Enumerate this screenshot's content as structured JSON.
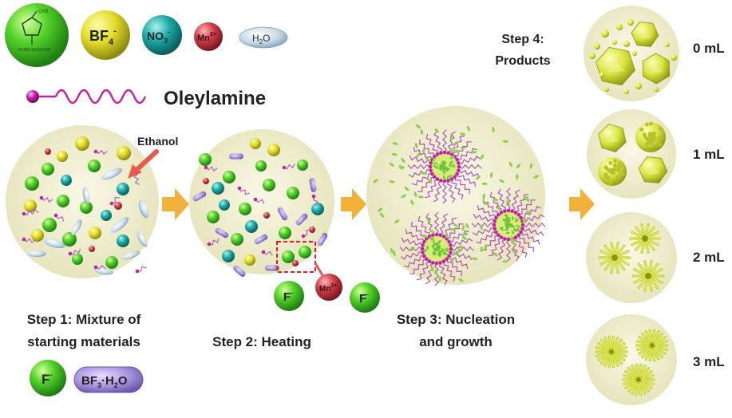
{
  "legend": {
    "imidazolium_cation": {
      "line1": "CH3",
      "line2": "CH2(CH2)2CH3"
    },
    "bf4": {
      "text": "BF",
      "sub": "4",
      "sup": "-"
    },
    "no3": {
      "text": "NO",
      "sub": "3",
      "sup": "-"
    },
    "mn": {
      "text": "Mn",
      "sup": "2+"
    },
    "h2o": {
      "text": "H",
      "sub": "2",
      "tail": "O"
    },
    "oleylamine": "Oleylamine"
  },
  "ethanol_label": "Ethanol",
  "steps": {
    "step1": {
      "line1": "Step 1: Mixture of",
      "line2": "starting materials"
    },
    "step2": {
      "line1": "Step 2: Heating"
    },
    "step3": {
      "line1": "Step 3: Nucleation",
      "line2": "and growth"
    },
    "step4": {
      "line1": "Step 4:",
      "line2": "Products"
    }
  },
  "released_ions": {
    "f_left": {
      "text": "F",
      "sup": "-"
    },
    "mn": {
      "text": "Mn",
      "sup": "2+"
    },
    "f_right": {
      "text": "F",
      "sup": "-"
    }
  },
  "bottom_legend": {
    "f": {
      "text": "F",
      "sup": "-"
    },
    "bf3": {
      "text": "BF",
      "sub": "3",
      "tail": "·H",
      "sub2": "2",
      "tail2": "O"
    }
  },
  "products": [
    {
      "volume": "0 mL"
    },
    {
      "volume": "1 mL"
    },
    {
      "volume": "2 mL"
    },
    {
      "volume": "3 mL"
    }
  ],
  "colors": {
    "circle_fill": "#f0efcf",
    "green_sphere": "#3fbf1f",
    "yellow_sphere": "#d9d224",
    "teal_sphere": "#14928f",
    "red_sphere": "#c23a42",
    "water": "#c9dbe8",
    "purple_bf3": "#9b87d4",
    "oleylamine": "#c223a5",
    "arrow": "#f2b13a",
    "product": "#d8e63a"
  }
}
